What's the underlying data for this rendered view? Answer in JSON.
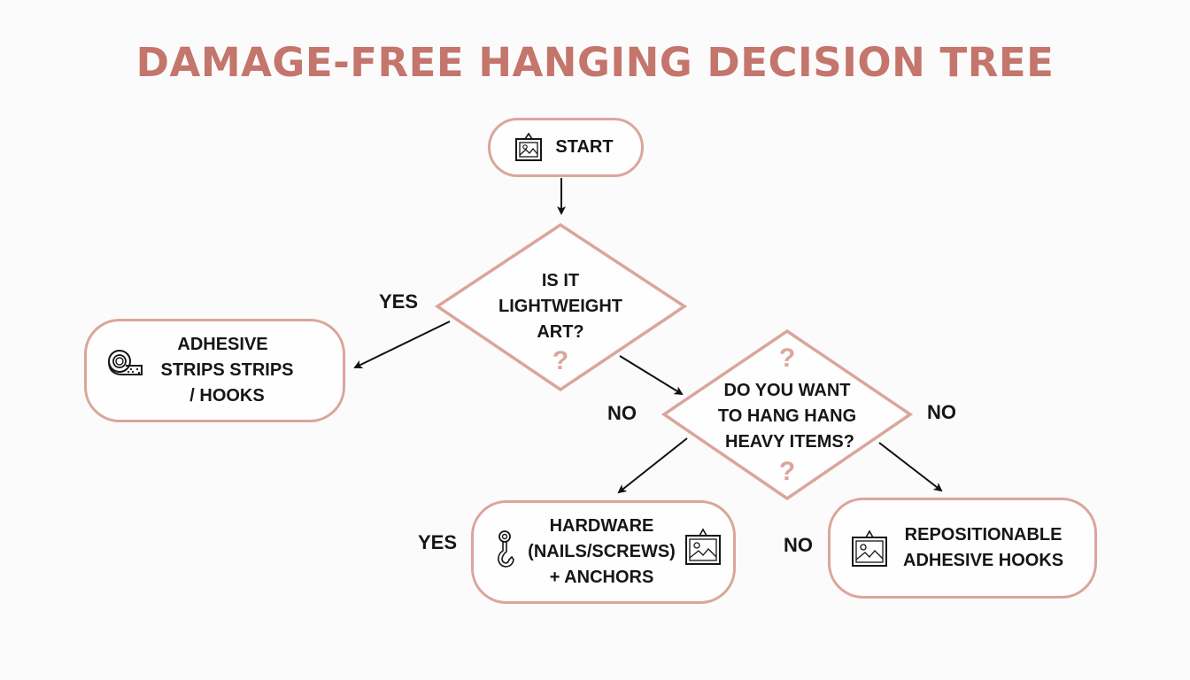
{
  "title": "DAMAGE-FREE HANGING DECISION TREE",
  "colors": {
    "title": "#c4756c",
    "node_border": "#dba59b",
    "text": "#161616",
    "arrow": "#111111",
    "background": "#fbfbfb"
  },
  "nodes": {
    "start": {
      "label": "START",
      "icon": "framed-picture-icon"
    },
    "decision_lightweight": {
      "lines": [
        "IS IT",
        "LIGHTWEIGHT",
        "ART?"
      ],
      "qmark": "?"
    },
    "adhesive_strips": {
      "lines": [
        "ADHESIVE",
        "STRIPS STRIPS",
        "/ HOOKS"
      ],
      "icon": "tape-roll-icon"
    },
    "decision_heavy": {
      "lines": [
        "DO YOU WANT",
        "TO HANG HANG",
        "HEAVY ITEMS?"
      ],
      "qmark_top": "?",
      "qmark_bottom": "?"
    },
    "hardware": {
      "lines": [
        "HARDWARE",
        "(NAILS/SCREWS)",
        "+ ANCHORS"
      ],
      "icon_left": "hook-icon",
      "icon_right": "framed-picture-icon"
    },
    "repositionable": {
      "lines": [
        "REPOSITIONABLE",
        "ADHESIVE HOOKS"
      ],
      "icon": "framed-picture-icon"
    }
  },
  "branch_labels": {
    "lightweight_yes": "YES",
    "lightweight_no": "NO",
    "heavy_no_right": "NO",
    "hardware_yes": "YES",
    "repositionable_no": "NO"
  }
}
